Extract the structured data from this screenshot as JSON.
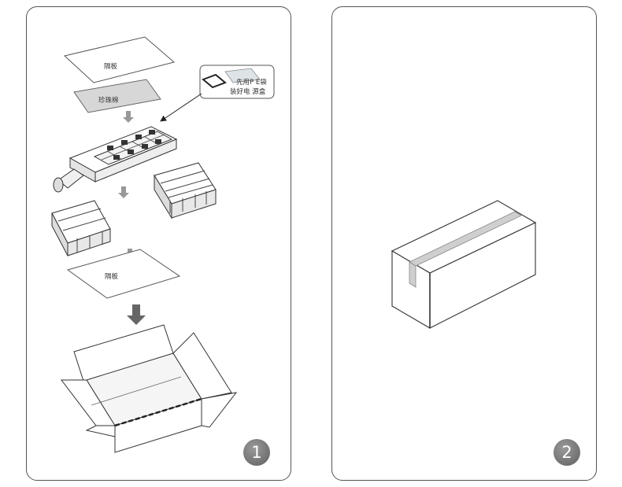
{
  "panels": [
    {
      "number": "1",
      "labels": {
        "partition_top": "隔板",
        "pearl_cotton": "珍珠棉",
        "callout_line1": "先用P E袋",
        "callout_line2": "装好电 源盒",
        "partition_bottom": "隔板"
      }
    },
    {
      "number": "2"
    }
  ]
}
